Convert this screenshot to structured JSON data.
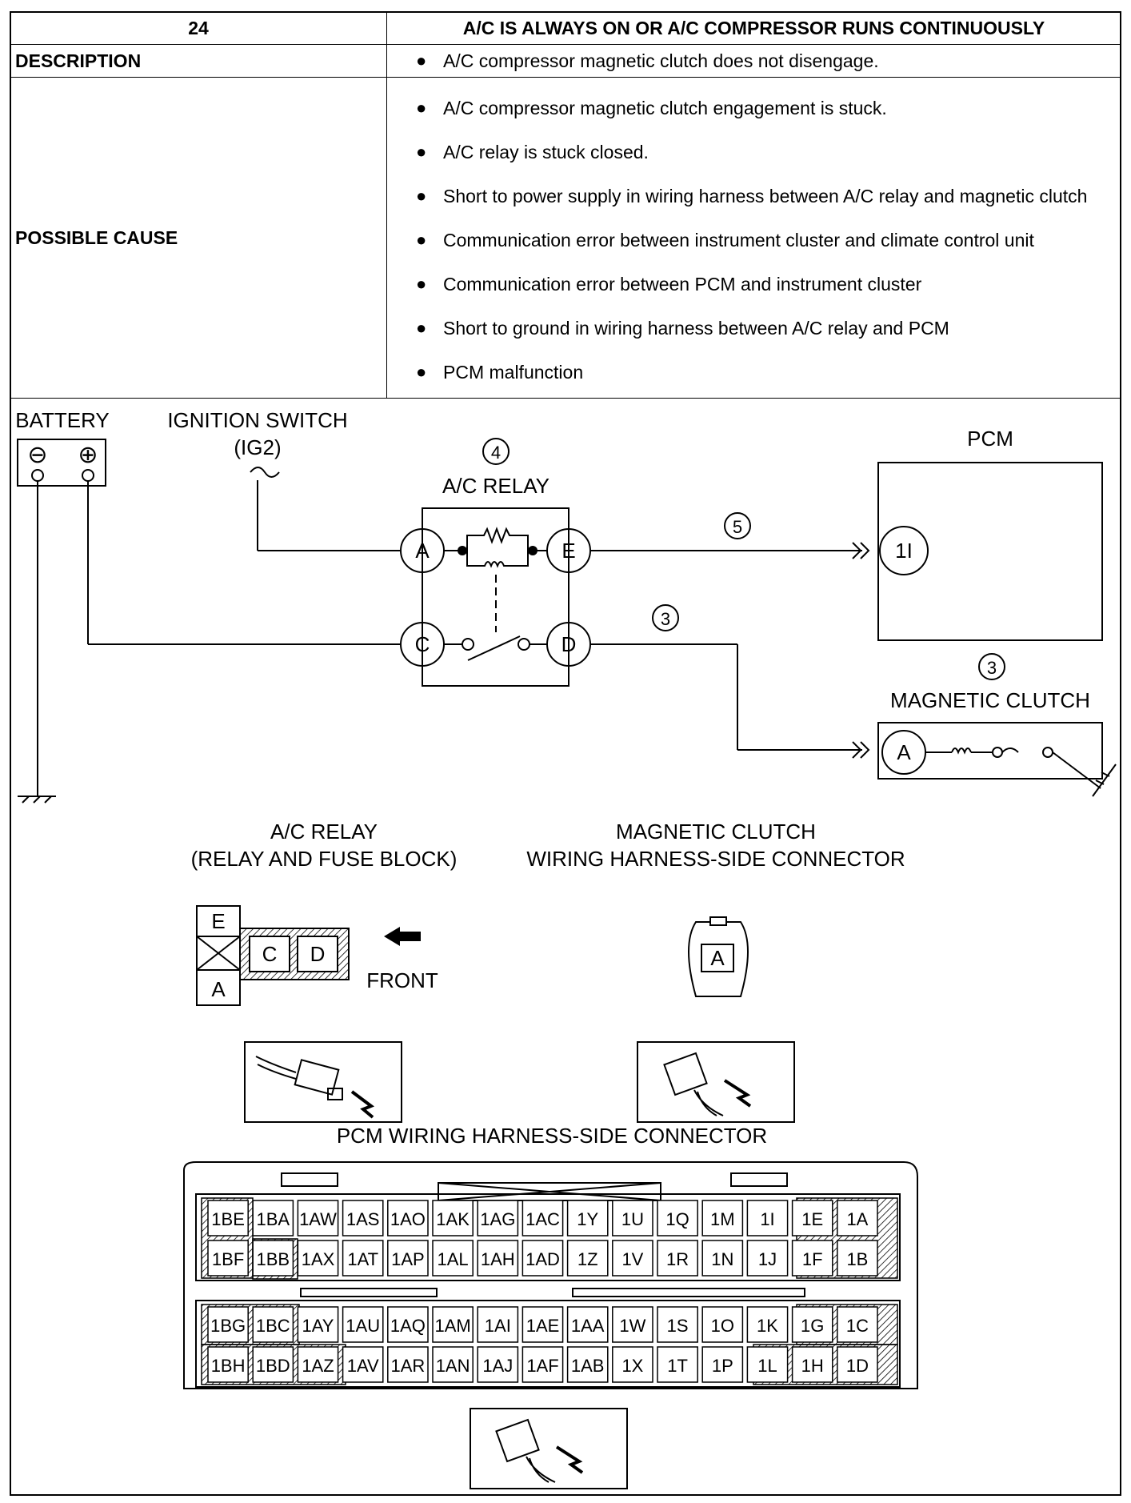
{
  "header": {
    "number": "24",
    "title": "A/C IS ALWAYS ON OR A/C COMPRESSOR RUNS CONTINUOUSLY"
  },
  "description": {
    "label": "DESCRIPTION",
    "items": [
      "A/C compressor magnetic clutch does not disengage."
    ]
  },
  "possible_cause": {
    "label": "POSSIBLE CAUSE",
    "items": [
      "A/C compressor magnetic clutch engagement is stuck.",
      "A/C relay is stuck closed.",
      "Short to power supply in wiring harness between A/C relay and magnetic clutch",
      "Communication error between instrument cluster and climate control unit",
      "Communication error between PCM and instrument cluster",
      "Short to ground in wiring harness between A/C relay and PCM",
      "PCM malfunction"
    ]
  },
  "schematic": {
    "battery": "BATTERY",
    "battery_neg": "⊖",
    "battery_pos": "⊕",
    "ignition_switch": "IGNITION SWITCH",
    "ignition_sub": "(IG2)",
    "relay_ref": "4",
    "relay_title": "A/C RELAY",
    "relay_terminals": {
      "a": "A",
      "c": "C",
      "d": "D",
      "e": "E"
    },
    "pcm_title": "PCM",
    "pcm_terminal": "1I",
    "wire_ref_e": "5",
    "wire_ref_d": "3",
    "clutch_ref": "3",
    "clutch_title": "MAGNETIC CLUTCH",
    "clutch_terminal": "A"
  },
  "connectors": {
    "relay_title_1": "A/C RELAY",
    "relay_title_2": "(RELAY AND FUSE BLOCK)",
    "relay_pins": {
      "e": "E",
      "c": "C",
      "d": "D",
      "a": "A"
    },
    "front": "FRONT",
    "clutch_title_1": "MAGNETIC CLUTCH",
    "clutch_title_2": "WIRING HARNESS-SIDE CONNECTOR",
    "clutch_pin": "A",
    "pcm_title": "PCM WIRING HARNESS-SIDE CONNECTOR",
    "pcm_rows": [
      [
        "1BE",
        "1BA",
        "1AW",
        "1AS",
        "1AO",
        "1AK",
        "1AG",
        "1AC",
        "1Y",
        "1U",
        "1Q",
        "1M",
        "1I",
        "1E",
        "1A"
      ],
      [
        "1BF",
        "1BB",
        "1AX",
        "1AT",
        "1AP",
        "1AL",
        "1AH",
        "1AD",
        "1Z",
        "1V",
        "1R",
        "1N",
        "1J",
        "1F",
        "1B"
      ],
      [
        "1BG",
        "1BC",
        "1AY",
        "1AU",
        "1AQ",
        "1AM",
        "1AI",
        "1AE",
        "1AA",
        "1W",
        "1S",
        "1O",
        "1K",
        "1G",
        "1C"
      ],
      [
        "1BH",
        "1BD",
        "1AZ",
        "1AV",
        "1AR",
        "1AN",
        "1AJ",
        "1AF",
        "1AB",
        "1X",
        "1T",
        "1P",
        "1L",
        "1H",
        "1D"
      ]
    ]
  }
}
